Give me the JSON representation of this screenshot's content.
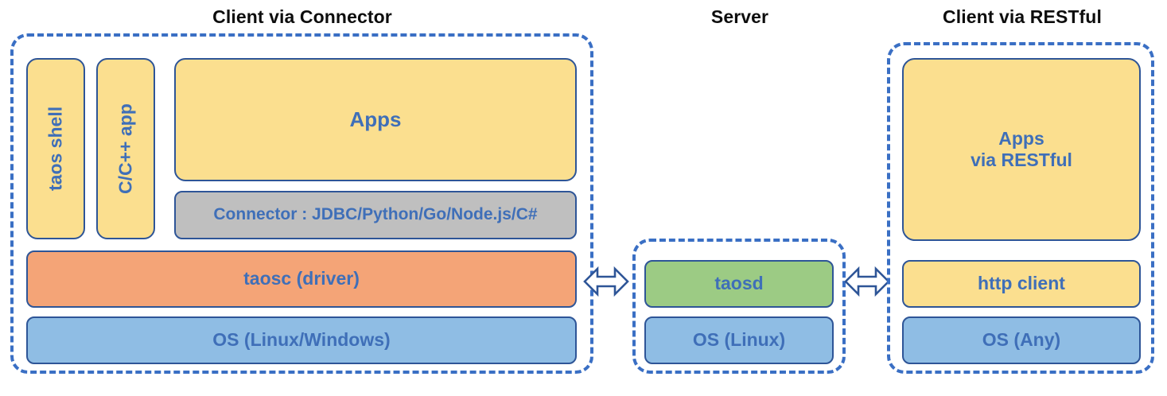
{
  "diagram": {
    "title_color": "#0d0d0d",
    "box_text_color": "#3f6fb8",
    "dashed_border_color": "#3a6fc4",
    "box_border_color": "#2e5597",
    "palette": {
      "yellow": "#fbdf8f",
      "orange": "#f4a477",
      "blue": "#8fbde4",
      "green": "#9ccb84",
      "gray": "#bfbfbf",
      "white": "#ffffff"
    },
    "sections": {
      "client_connector": {
        "title": "Client via Connector",
        "boxes": {
          "taos_shell": "taos shell",
          "c_cpp_app": "C/C++ app",
          "apps": "Apps",
          "connector": "Connector : JDBC/Python/Go/Node.js/C#",
          "taosc": "taosc (driver)",
          "os": "OS (Linux/Windows)"
        }
      },
      "server": {
        "title": "Server",
        "boxes": {
          "taosd": "taosd",
          "os": "OS (Linux)"
        }
      },
      "client_restful": {
        "title": "Client via RESTful",
        "boxes": {
          "apps": "Apps\nvia RESTful",
          "apps_line1": "Apps",
          "apps_line2": "via RESTful",
          "http_client": "http client",
          "os": "OS (Any)"
        }
      }
    },
    "connectors": {
      "left_arrow": "double-headed-arrow",
      "right_arrow": "double-headed-arrow"
    }
  }
}
